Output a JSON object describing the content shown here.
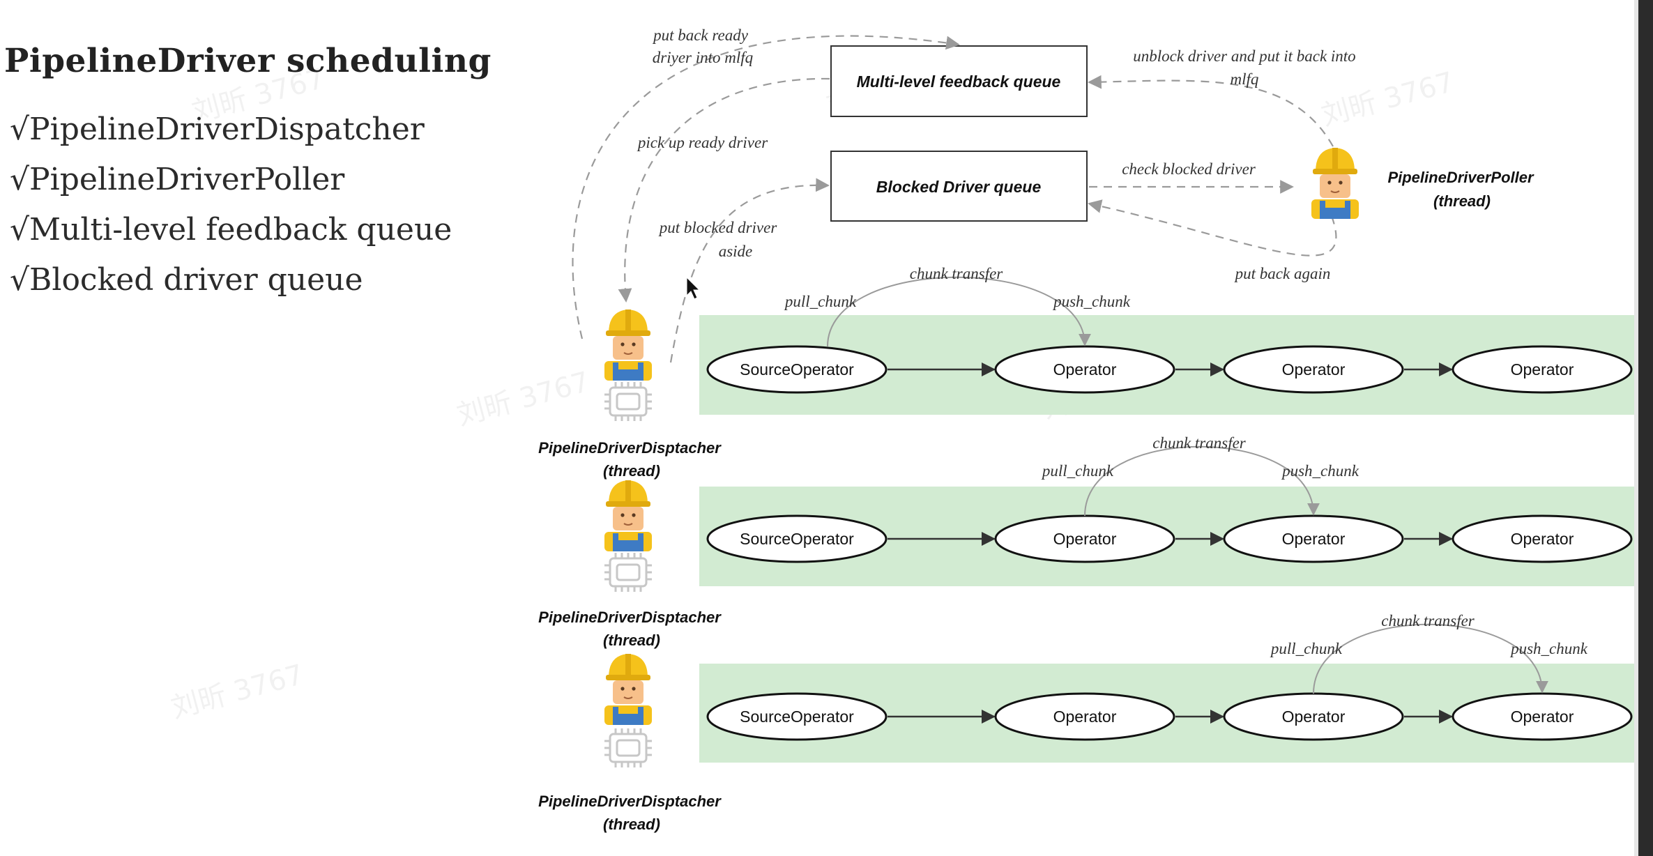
{
  "slide": {
    "title": "PipelineDriver scheduling",
    "bullets": [
      "√PipelineDriverDispatcher",
      "√PipelineDriverPoller",
      "√Multi-level feedback queue",
      "√Blocked driver queue"
    ]
  },
  "diagram": {
    "mlfq_label": "Multi-level feedback queue",
    "blocked_queue_label": "Blocked Driver queue",
    "poller_name": "PipelineDriverPoller",
    "poller_sub": "(thread)",
    "dispatcher_name": "PipelineDriverDisptacher",
    "dispatcher_sub": "(thread)",
    "edge_labels": {
      "put_back_ready_1": "put back ready",
      "put_back_ready_2": "driyer into mlfq",
      "unblock_1": "unblock driver and put it back into",
      "unblock_2": "mlfq",
      "pick_up": "pick up ready driver",
      "check_blocked": "check blocked driver",
      "put_blocked_1": "put blocked driver",
      "put_blocked_2": "aside",
      "put_back_again": "put back again"
    },
    "pipelines": [
      {
        "operators": [
          "SourceOperator",
          "Operator",
          "Operator",
          "Operator"
        ],
        "pull_label": "pull_chunk",
        "transfer_label": "chunk transfer",
        "push_label": "push_chunk"
      },
      {
        "operators": [
          "SourceOperator",
          "Operator",
          "Operator",
          "Operator"
        ],
        "pull_label": "pull_chunk",
        "transfer_label": "chunk transfer",
        "push_label": "push_chunk"
      },
      {
        "operators": [
          "SourceOperator",
          "Operator",
          "Operator",
          "Operator"
        ],
        "pull_label": "pull_chunk",
        "transfer_label": "chunk transfer",
        "push_label": "push_chunk"
      }
    ],
    "colors": {
      "pipeline_band": "#d2ebd2",
      "worker_helmet": "#f5c21b",
      "worker_face": "#f7c08a",
      "worker_overall": "#3e7bc4"
    }
  },
  "watermark": "刘昕 3767"
}
